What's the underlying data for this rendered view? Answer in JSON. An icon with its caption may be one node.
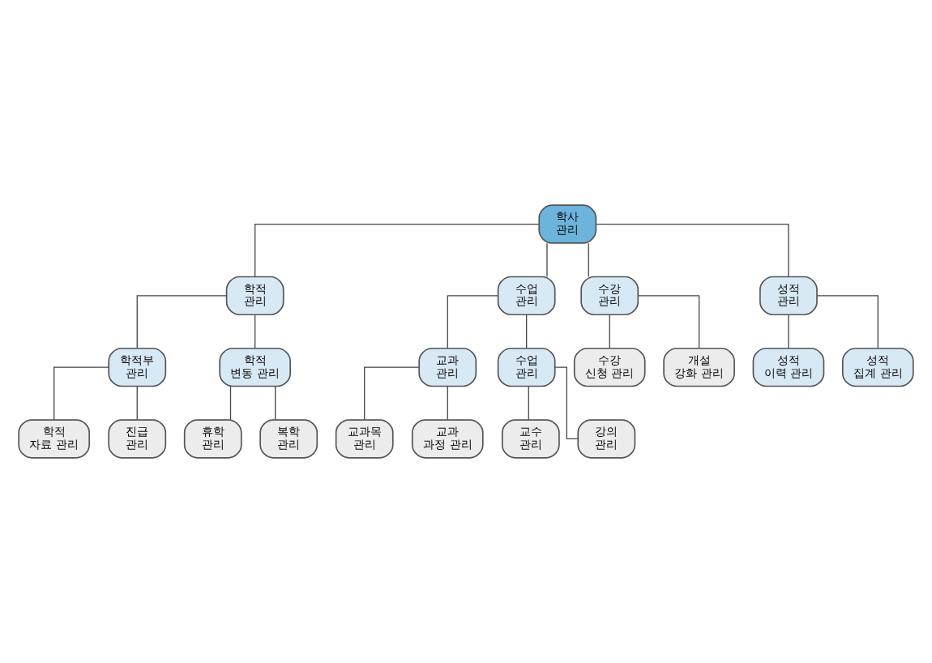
{
  "diagram": {
    "nodes": [
      {
        "text": [
          "학사 관리"
        ]
      },
      {
        "text": [
          "학적 관리"
        ]
      },
      {
        "text": [
          "수업 관리"
        ]
      },
      {
        "text": [
          "수강 관리"
        ]
      },
      {
        "text": [
          "성적 관리"
        ]
      },
      {
        "text": [
          "학적부 관리"
        ]
      },
      {
        "text": [
          "학적 변동 관리"
        ]
      },
      {
        "text": [
          "교과 관리"
        ]
      },
      {
        "text": [
          "수업 관리"
        ]
      },
      {
        "text": [
          "성적 이력 관리"
        ]
      },
      {
        "text": [
          "성적 집계 관리"
        ]
      },
      {
        "text": [
          "학적 자료 관리"
        ]
      },
      {
        "text": [
          "진급 관리"
        ]
      },
      {
        "text": [
          "휴학 관리"
        ]
      },
      {
        "text": [
          "복학 관리"
        ]
      },
      {
        "text": [
          "교수 관리"
        ]
      },
      {
        "text": [
          "강의 관리"
        ]
      },
      {
        "text": [
          "교과목 관리"
        ]
      },
      {
        "text": [
          "교과 과정 관리"
        ]
      },
      {
        "text": [
          "수강 신청 관리"
        ]
      },
      {
        "text": [
          "개설 강화 관리"
        ]
      }
    ],
    "edges": [
      {
        "from": 0,
        "to": 1,
        "arrow": "none"
      },
      {
        "from": 0,
        "to": 2,
        "arrow": "none"
      },
      {
        "from": 0,
        "to": 3,
        "arrow": "none"
      },
      {
        "from": 0,
        "to": 4,
        "arrow": "none"
      },
      {
        "from": 1,
        "to": 5,
        "arrow": "none"
      },
      {
        "from": 1,
        "to": 6,
        "arrow": "none"
      },
      {
        "from": 2,
        "to": 7,
        "arrow": "none"
      },
      {
        "from": 2,
        "to": 8,
        "arrow": "none"
      },
      {
        "from": 4,
        "to": 9,
        "arrow": "none"
      },
      {
        "from": 4,
        "to": 10,
        "arrow": "none"
      },
      {
        "from": 5,
        "to": 11,
        "arrow": "none"
      },
      {
        "from": 5,
        "to": 12,
        "arrow": "none"
      },
      {
        "from": 6,
        "to": 13,
        "arrow": "none"
      },
      {
        "from": 6,
        "to": 14,
        "arrow": "none"
      },
      {
        "from": 8,
        "to": 15,
        "arrow": "none"
      },
      {
        "from": 8,
        "to": 16,
        "arrow": "none"
      },
      {
        "from": 7,
        "to": 17,
        "arrow": "none"
      },
      {
        "from": 7,
        "to": 18,
        "arrow": "none"
      },
      {
        "from": 3,
        "to": 19,
        "arrow": "none"
      },
      {
        "from": 3,
        "to": 20,
        "arrow": "none"
      }
    ]
  }
}
